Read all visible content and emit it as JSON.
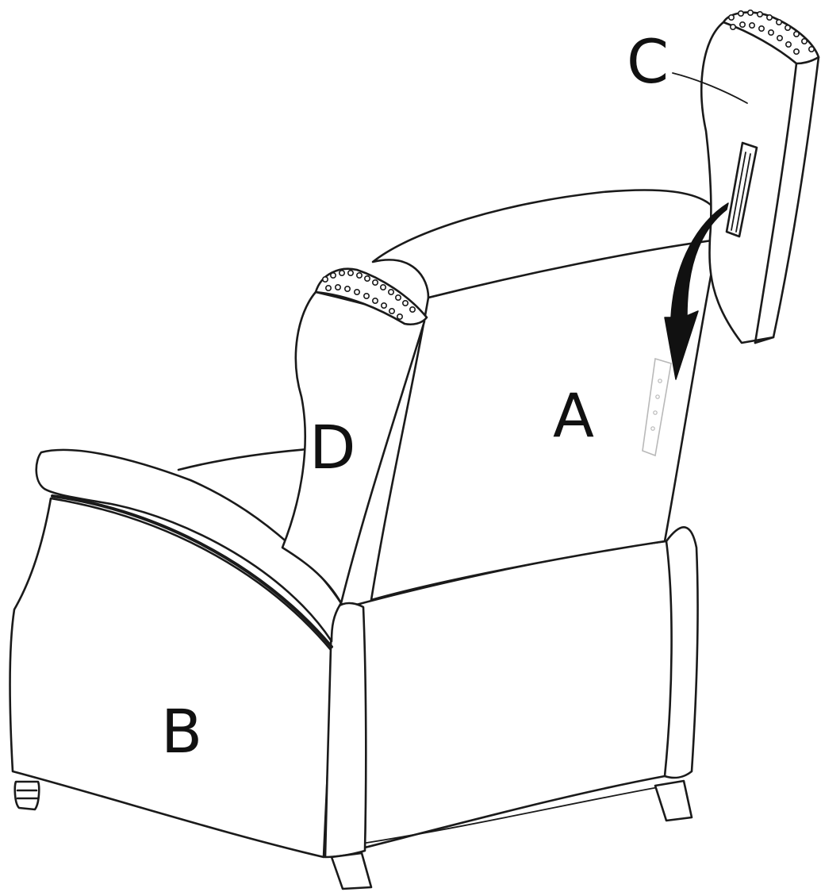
{
  "diagram": {
    "labels": {
      "backrest": "A",
      "base": "B",
      "wing_removed": "C",
      "wing_fixed": "D"
    },
    "colors": {
      "line": "#1a1a1a",
      "arrow": "#111111",
      "ghost_bracket": "#b9b9b9",
      "background": "#ffffff"
    }
  }
}
